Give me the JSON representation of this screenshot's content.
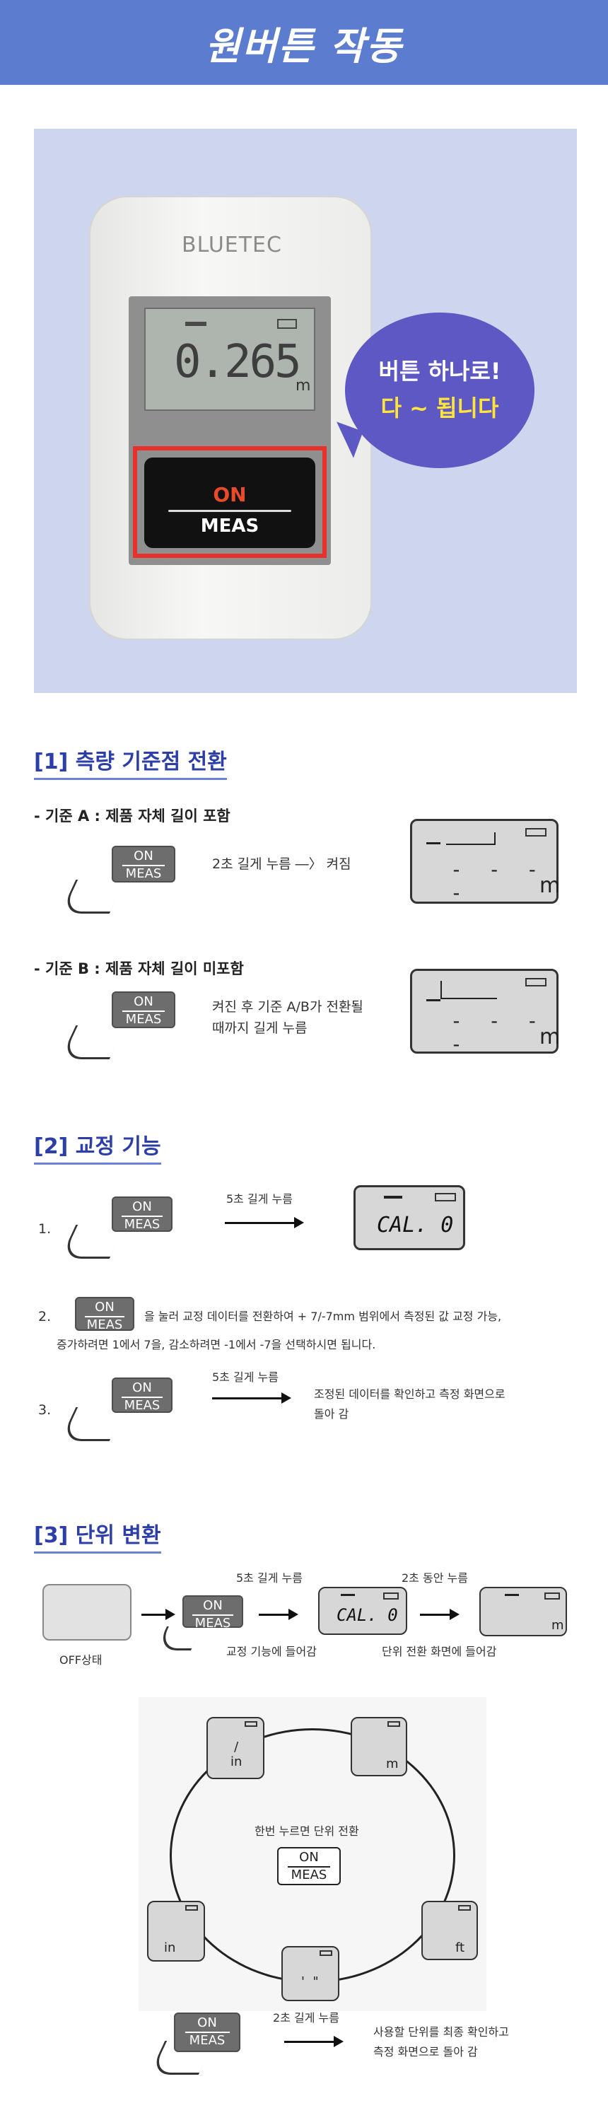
{
  "header": {
    "title": "원버튼 작동"
  },
  "hero": {
    "brand": "BLUETEC",
    "display_value": "0.265",
    "display_unit": "m",
    "button_on": "ON",
    "button_meas": "MEAS",
    "bubble_line1": "버튼 하나로!",
    "bubble_line2": "다 ~ 됩니다"
  },
  "key": {
    "on": "ON",
    "meas": "MEAS"
  },
  "section1": {
    "title": "[1]  측량 기준점 전환",
    "a_label": "- 기준 A : 제품 자체 길이 포함",
    "a_text": "2초 길게 누름 ―〉 켜짐",
    "b_label": "- 기준 B : 제품 자체 길이 미포함",
    "b_text1": "켜진 후 기준 A/B가 전환될",
    "b_text2": "때까지 길게 누름",
    "dashes": "- - - -",
    "unit": "m"
  },
  "section2": {
    "title": "[2]  교정 기능",
    "n1": "1.",
    "n2": "2.",
    "n3": "3.",
    "step1_text": "5초 길게 누름",
    "cal": "CAL. 0",
    "step2_text1": "을 눌러 교정 데이터를 전환하여 + 7/-7mm 범위에서 측정된 값 교정 가능,",
    "step2_text2": "증가하려면 1에서 7을, 감소하려면 -1에서 -7을 선택하시면 됩니다.",
    "step3_text": "5초 길게 누름",
    "step3_desc1": "조정된 데이터를 확인하고 측정 화면으로",
    "step3_desc2": "돌아 감"
  },
  "section3": {
    "title": "[3]  단위 변환",
    "off_label": "OFF상태",
    "press5": "5초 길게 누름",
    "press2": "2초 동안 누름",
    "cal_enter": "교정 기능에 들어감",
    "unit_enter": "단위 전환 화면에 들어감",
    "cal": "CAL. 0",
    "unit_m": "m",
    "cycle_center": "한번 누르면 단위 전환",
    "u_ftin": "/\nin",
    "u_m": "m",
    "u_ft": "ft",
    "u_quote": "'  \"",
    "u_in": "in",
    "final_press": "2초 길게 누름",
    "final_desc1": "사용할 단위를 최종 확인하고",
    "final_desc2": "측정 화면으로 돌아 감"
  }
}
